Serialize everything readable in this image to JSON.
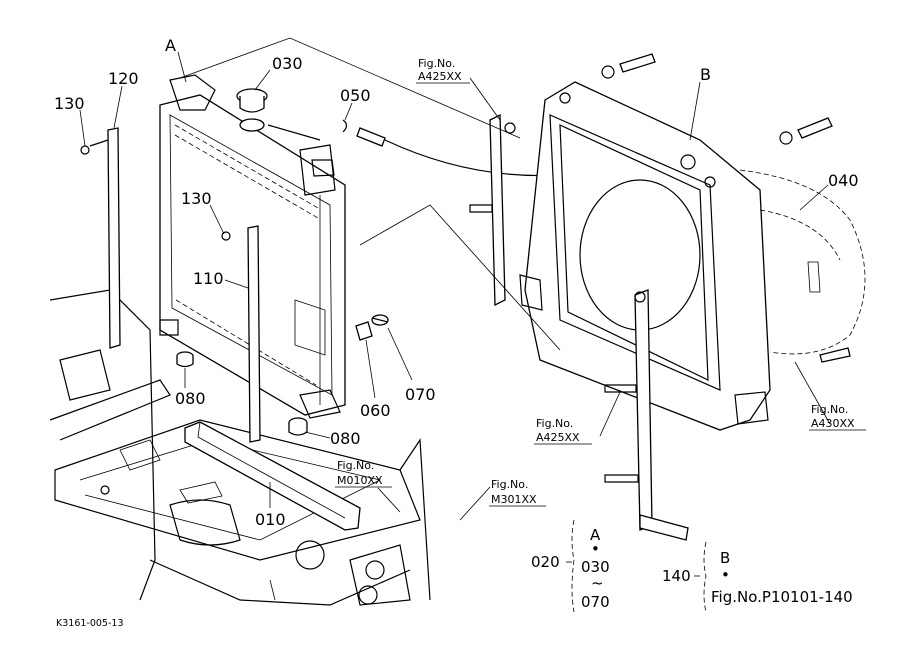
{
  "callouts": {
    "a_top": "A",
    "b_top": "B",
    "p030": "030",
    "p050": "050",
    "p120": "120",
    "p130a": "130",
    "p130b": "130",
    "p110": "110",
    "p040": "040",
    "p080a": "080",
    "p080b": "080",
    "p060": "060",
    "p070": "070",
    "p010": "010"
  },
  "figure_refs": {
    "ref1_title": "Fig.No.",
    "ref1_code": "A425XX",
    "ref2_title": "Fig.No.",
    "ref2_code": "A425XX",
    "ref3_title": "Fig.No.",
    "ref3_code": "A430XX",
    "ref4_title": "Fig.No.",
    "ref4_code": "M010XX",
    "ref5_title": "Fig.No.",
    "ref5_code": "M301XX"
  },
  "assembly_legend": {
    "group_020": "020",
    "group_a": "A",
    "dot_a": "•",
    "range_from": "030",
    "tilde": "~",
    "range_to": "070",
    "group_140": "140",
    "group_b": "B",
    "dot_b": "•",
    "b_reference": "Fig.No.P10101-140"
  },
  "drawing_id": "K3161-005-13"
}
